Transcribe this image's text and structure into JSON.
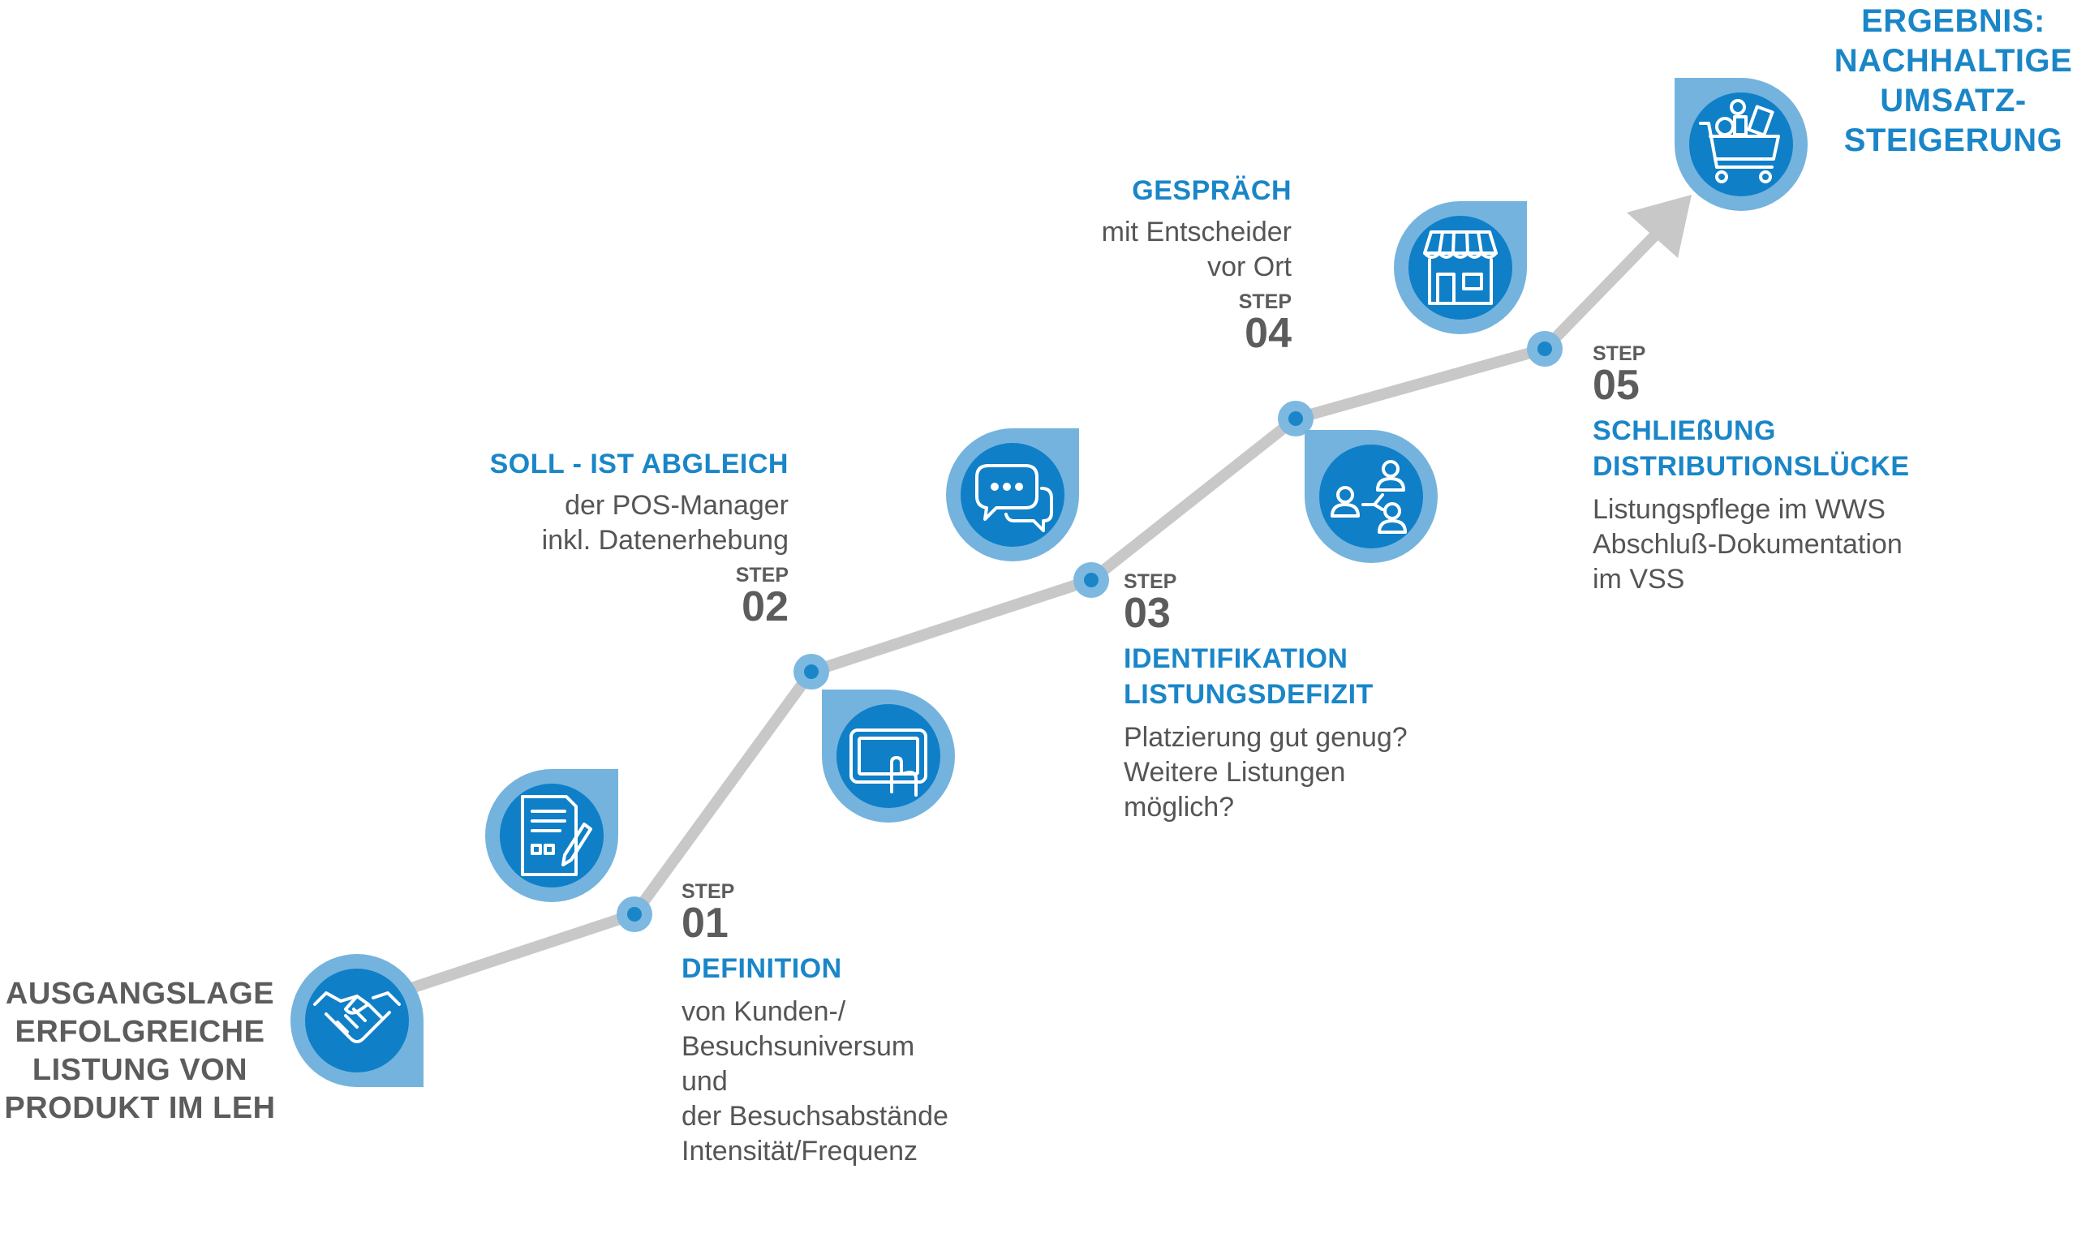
{
  "start": {
    "lines": [
      "AUSGANGSLAGE",
      "ERFOLGREICHE",
      "LISTUNG VON",
      "PRODUKT IM LEH"
    ],
    "icon": "handshake-icon"
  },
  "result": {
    "lines": [
      "ERGEBNIS:",
      "NACHHALTIGE",
      "UMSATZ-",
      "STEIGERUNG"
    ],
    "icon": "shopping-cart-icon"
  },
  "steps": [
    {
      "label": "STEP",
      "number": "01",
      "title": [
        "DEFINITION"
      ],
      "desc": [
        "von Kunden-/",
        "Besuchsuniversum",
        "und",
        "der Besuchsabstände",
        "Intensität/Frequenz"
      ],
      "icon": "document-pen-icon"
    },
    {
      "label": "STEP",
      "number": "02",
      "title": [
        "SOLL - IST ABGLEICH"
      ],
      "desc": [
        "der POS-Manager",
        "inkl. Datenerhebung"
      ],
      "icon": "tablet-touch-icon"
    },
    {
      "label": "STEP",
      "number": "03",
      "title": [
        "IDENTIFIKATION",
        "LISTUNGSDEFIZIT"
      ],
      "desc": [
        "Platzierung gut genug?",
        "Weitere Listungen",
        "möglich?"
      ],
      "icon": "chat-bubbles-icon"
    },
    {
      "label": "STEP",
      "number": "04",
      "title": [
        "GESPRÄCH"
      ],
      "desc": [
        "mit Entscheider",
        "vor Ort"
      ],
      "icon": "people-network-icon"
    },
    {
      "label": "STEP",
      "number": "05",
      "title": [
        "SCHLIEßUNG",
        "DISTRIBUTIONSLÜCKE"
      ],
      "desc": [
        "Listungspflege im WWS",
        "Abschluß-Dokumentation",
        "im VSS"
      ],
      "icon": "storefront-icon"
    }
  ],
  "colors": {
    "path": "#c8c8c8",
    "accent": "#1a86c8",
    "badge_outer": "#74b3dd",
    "badge_inner": "#0f7fc8",
    "node": "#1a86c8",
    "text": "#555555"
  }
}
